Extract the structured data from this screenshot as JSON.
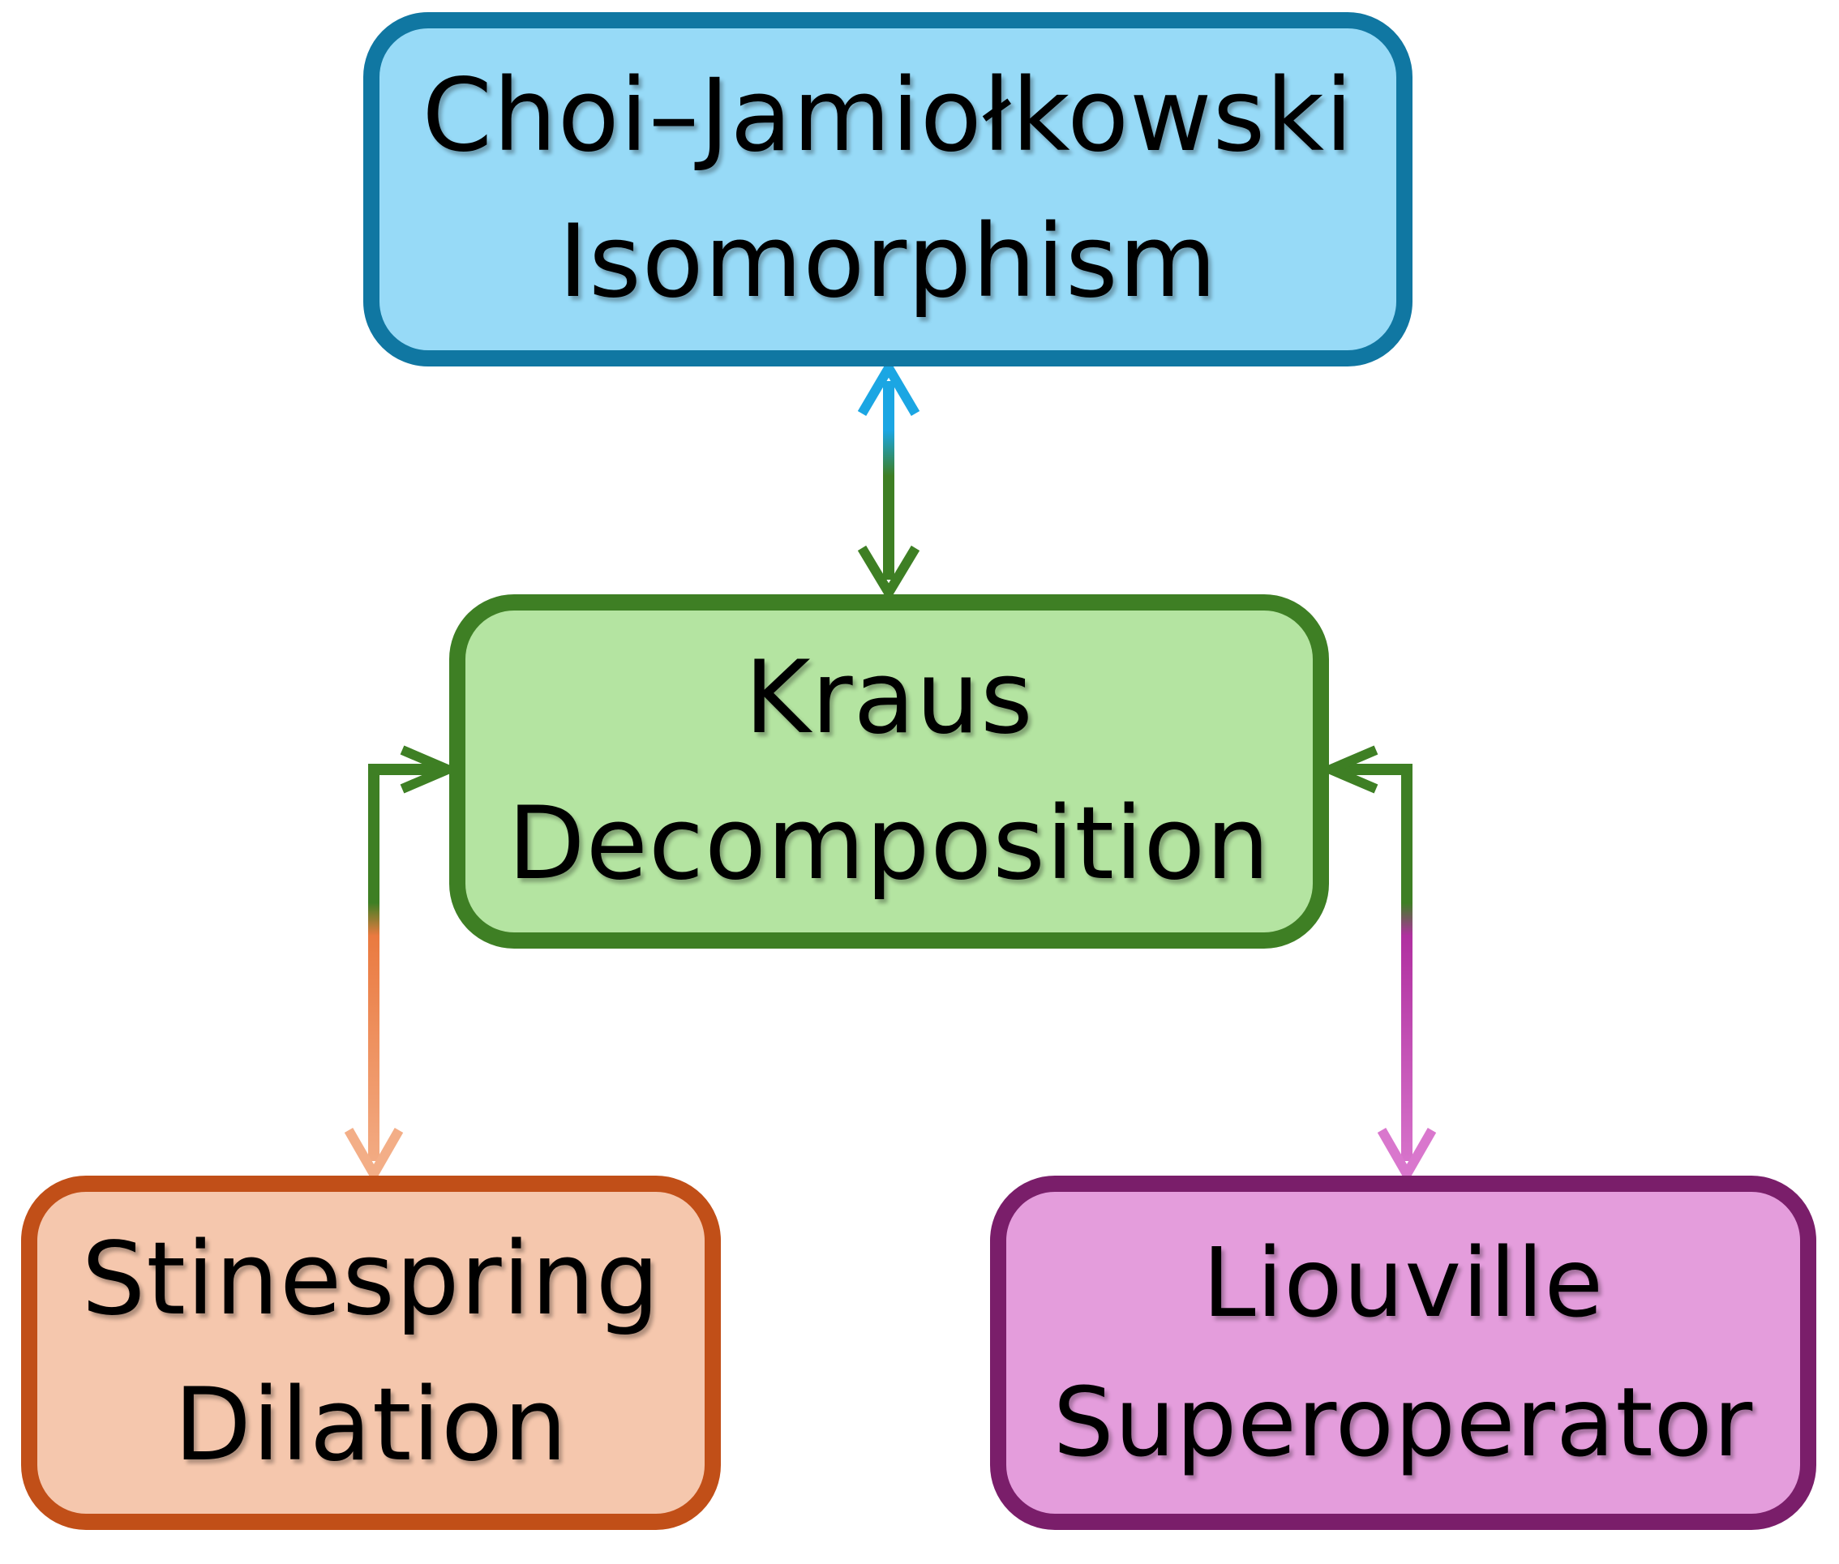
{
  "diagram": {
    "nodes": {
      "choi": {
        "line1": "Choi–Jamiołkowski",
        "line2": "Isomorphism",
        "fill": "#97DAF7",
        "border": "#1077A2"
      },
      "kraus": {
        "line1": "Kraus",
        "line2": "Decomposition",
        "fill": "#B4E4A1",
        "border": "#3E7F24"
      },
      "stinespring": {
        "line1": "Stinespring",
        "line2": "Dilation",
        "fill": "#F5C7AD",
        "border": "#C14F18"
      },
      "liouville": {
        "line1": "Liouville",
        "line2": "Superoperator",
        "fill": "#E49DDC",
        "border": "#7A1E6A"
      }
    },
    "edges": [
      {
        "from": "kraus",
        "to": "choi",
        "direction": "bidirectional",
        "colors": [
          "#3E7F24",
          "#1BA6E3"
        ]
      },
      {
        "from": "kraus",
        "to": "stinespring",
        "direction": "bidirectional",
        "colors": [
          "#3E7F24",
          "#EA7A40",
          "#F3AE87"
        ]
      },
      {
        "from": "kraus",
        "to": "liouville",
        "direction": "bidirectional",
        "colors": [
          "#3E7F24",
          "#B030A0",
          "#D977CD"
        ]
      }
    ]
  }
}
